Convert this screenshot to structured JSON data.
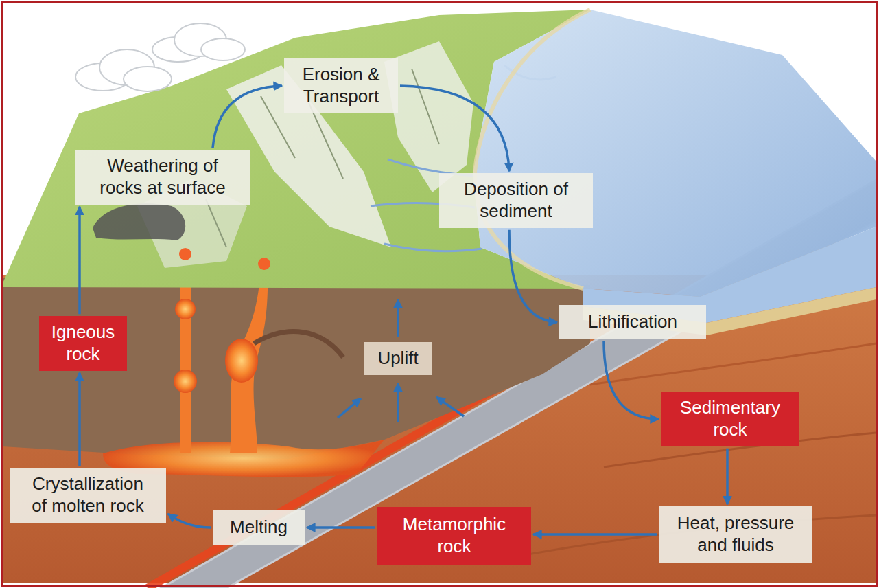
{
  "diagram": {
    "nodes": [
      {
        "text": [
          "Erosion & Transport"
        ]
      },
      {
        "text": [
          "Weathering of rocks at surface"
        ]
      },
      {
        "text": [
          "Deposition of sediment"
        ]
      },
      {
        "text": [
          "Lithification"
        ]
      },
      {
        "text": [
          "Igneous rock"
        ]
      },
      {
        "text": [
          "Uplift"
        ]
      },
      {
        "text": [
          "Sedimentary rock"
        ]
      },
      {
        "text": [
          "Crystallization of molten rock"
        ]
      },
      {
        "text": [
          "Melting"
        ]
      },
      {
        "text": [
          "Metamorphic rock"
        ]
      },
      {
        "text": [
          "Heat, pressure and fluids"
        ]
      }
    ],
    "edges": [
      {
        "from": 1,
        "to": 0,
        "arrow": "to"
      },
      {
        "from": 0,
        "to": 2,
        "arrow": "to"
      },
      {
        "from": 2,
        "to": 3,
        "arrow": "to"
      },
      {
        "from": 3,
        "to": 6,
        "arrow": "to"
      },
      {
        "from": 6,
        "to": 10,
        "arrow": "to"
      },
      {
        "from": 10,
        "to": 9,
        "arrow": "to"
      },
      {
        "from": 9,
        "to": 8,
        "arrow": "to"
      },
      {
        "from": 8,
        "to": 7,
        "arrow": "to"
      },
      {
        "from": 7,
        "to": 4,
        "arrow": "to"
      },
      {
        "from": 4,
        "to": 1,
        "arrow": "to"
      }
    ]
  }
}
